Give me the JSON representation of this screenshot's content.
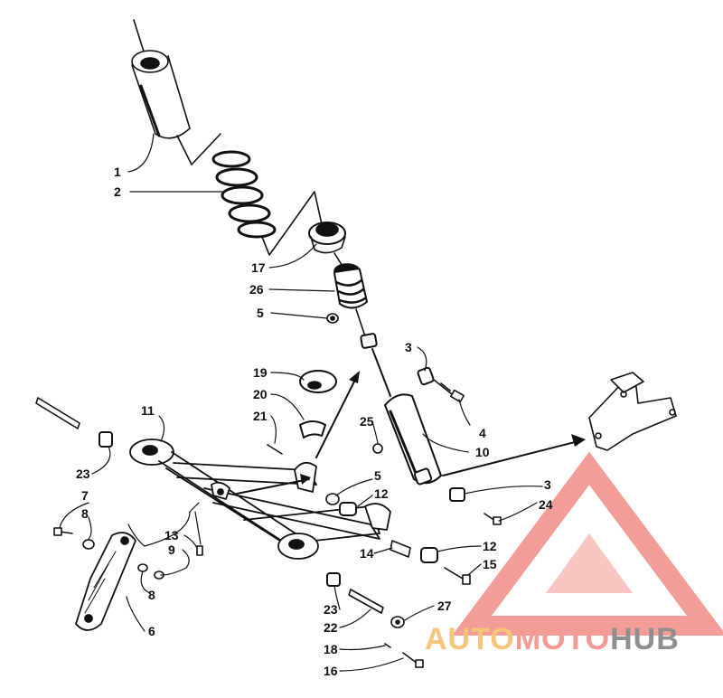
{
  "labels": [
    {
      "id": "1a",
      "text": "1"
    },
    {
      "id": "2a",
      "text": "2"
    },
    {
      "id": "17",
      "text": "17"
    },
    {
      "id": "26",
      "text": "26"
    },
    {
      "id": "5a",
      "text": "5"
    },
    {
      "id": "3a",
      "text": "3"
    },
    {
      "id": "19",
      "text": "19"
    },
    {
      "id": "20",
      "text": "20"
    },
    {
      "id": "21",
      "text": "21"
    },
    {
      "id": "4",
      "text": "4"
    },
    {
      "id": "25",
      "text": "25"
    },
    {
      "id": "10",
      "text": "10"
    },
    {
      "id": "11",
      "text": "11"
    },
    {
      "id": "23a",
      "text": "23"
    },
    {
      "id": "5b",
      "text": "5"
    },
    {
      "id": "12a",
      "text": "12"
    },
    {
      "id": "3b",
      "text": "3"
    },
    {
      "id": "24",
      "text": "24"
    },
    {
      "id": "7",
      "text": "7"
    },
    {
      "id": "8a",
      "text": "8"
    },
    {
      "id": "13",
      "text": "13"
    },
    {
      "id": "9",
      "text": "9"
    },
    {
      "id": "8b",
      "text": "8"
    },
    {
      "id": "14",
      "text": "14"
    },
    {
      "id": "12b",
      "text": "12"
    },
    {
      "id": "15",
      "text": "15"
    },
    {
      "id": "6",
      "text": "6"
    },
    {
      "id": "23b",
      "text": "23"
    },
    {
      "id": "22",
      "text": "22"
    },
    {
      "id": "27",
      "text": "27"
    },
    {
      "id": "18",
      "text": "18"
    },
    {
      "id": "16",
      "text": "16"
    }
  ],
  "watermark": {
    "part1": "AUTO",
    "part2": "MOTO",
    "part3": "HUB",
    "color_triangle": "#f08c86",
    "color_auto": "#f5c57a",
    "color_moto": "#f39a93",
    "color_hub": "#8f8f8f"
  },
  "colors": {
    "ink": "#111111",
    "paper": "#ffffff"
  }
}
